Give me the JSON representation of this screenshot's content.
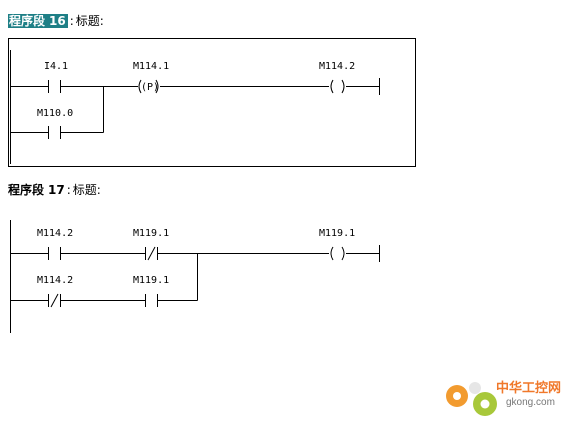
{
  "networks": [
    {
      "segment_label": "程序段",
      "number": "16",
      "separator": ":",
      "title_label": "标题:",
      "contacts": {
        "c1": "I4.1",
        "c2": "M110.0"
      },
      "coils": {
        "p_coil": "M114.1",
        "p_symbol": "(P)",
        "out_coil": "M114.2",
        "out_symbol": "( )"
      }
    },
    {
      "segment_label": "程序段",
      "number": "17",
      "separator": ":",
      "title_label": "标题:",
      "contacts": {
        "c1": "M114.2",
        "c2": "M119.1",
        "c3": "M114.2",
        "c4": "M119.1"
      },
      "coils": {
        "out_coil": "M119.1",
        "out_symbol": "( )"
      }
    }
  ],
  "watermark": {
    "site_cn": "中华工控网",
    "domain": "gkong.com"
  }
}
